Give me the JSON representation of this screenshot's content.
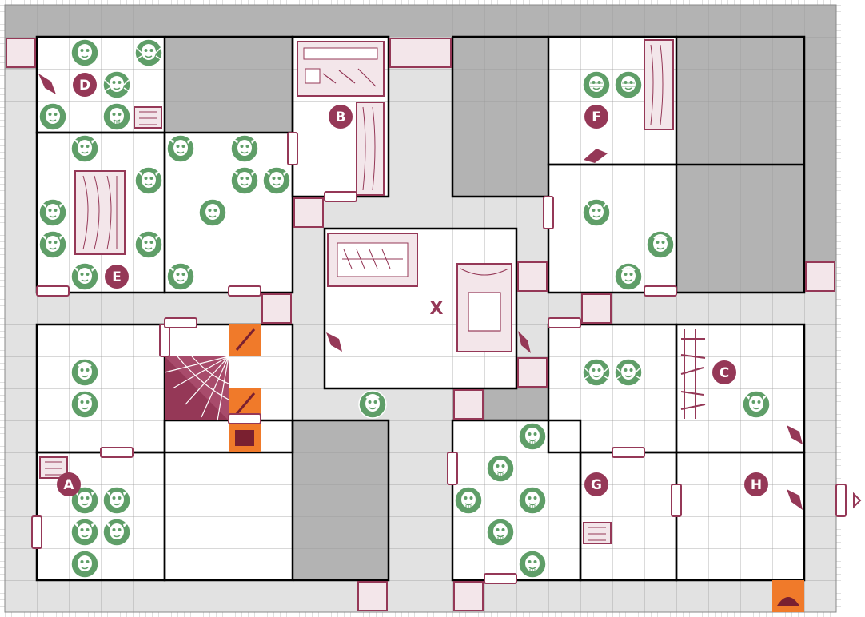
{
  "board": {
    "grid_cols": 26,
    "grid_rows": 19,
    "colors": {
      "corridor": "#e2e2e2",
      "room_floor": "#ffffff",
      "solid_rock": "#b3b3b3",
      "grid_line": "#999999",
      "wall": "#000000",
      "monster_token": "#5f9e68",
      "room_label": "#953857",
      "furniture": "#a03c5e",
      "trap": "#f07a2a"
    },
    "room_labels": [
      {
        "text": "A",
        "col": 1,
        "row": 14
      },
      {
        "text": "B",
        "col": 9.5,
        "row": 2.5
      },
      {
        "text": "C",
        "col": 21.5,
        "row": 10.5
      },
      {
        "text": "D",
        "col": 1.5,
        "row": 1.5
      },
      {
        "text": "E",
        "col": 2.5,
        "row": 7.5
      },
      {
        "text": "F",
        "col": 17.5,
        "row": 2.5
      },
      {
        "text": "G",
        "col": 17.5,
        "row": 14
      },
      {
        "text": "H",
        "col": 22.5,
        "row": 14
      }
    ],
    "start_marker": {
      "text": "X",
      "col": 12.5,
      "row": 8.5
    },
    "monsters": [
      {
        "type": "orc",
        "col": 1.5,
        "row": 0.5
      },
      {
        "type": "giant-spider",
        "col": 3.5,
        "row": 0.5
      },
      {
        "type": "giant-spider",
        "col": 2.5,
        "row": 1.5
      },
      {
        "type": "orc",
        "col": 0.5,
        "row": 2.5
      },
      {
        "type": "skeleton",
        "col": 2.5,
        "row": 2.5
      },
      {
        "type": "goblin",
        "col": 1.5,
        "row": 3.5
      },
      {
        "type": "goblin",
        "col": 3.5,
        "row": 4.5
      },
      {
        "type": "goblin",
        "col": 0.5,
        "row": 5.5
      },
      {
        "type": "goblin",
        "col": 0.5,
        "row": 6.5
      },
      {
        "type": "goblin",
        "col": 3.5,
        "row": 6.5
      },
      {
        "type": "goblin",
        "col": 1.5,
        "row": 7.5
      },
      {
        "type": "goblin",
        "col": 4.5,
        "row": 3.5
      },
      {
        "type": "goblin",
        "col": 6.5,
        "row": 3.5
      },
      {
        "type": "goblin",
        "col": 6.5,
        "row": 4.5
      },
      {
        "type": "goblin",
        "col": 7.5,
        "row": 4.5
      },
      {
        "type": "orc",
        "col": 5.5,
        "row": 5.5
      },
      {
        "type": "goblin",
        "col": 4.5,
        "row": 7.5
      },
      {
        "type": "mummy",
        "col": 17.5,
        "row": 1.5
      },
      {
        "type": "mummy",
        "col": 18.5,
        "row": 1.5
      },
      {
        "type": "chaos-warrior",
        "col": 17.5,
        "row": 5.5
      },
      {
        "type": "fimir",
        "col": 19.5,
        "row": 6.5
      },
      {
        "type": "fimir",
        "col": 18.5,
        "row": 7.5
      },
      {
        "type": "fimir",
        "col": 1.5,
        "row": 10.5
      },
      {
        "type": "fimir",
        "col": 1.5,
        "row": 11.5
      },
      {
        "type": "fimir",
        "col": 10.5,
        "row": 11.5
      },
      {
        "type": "giant-spider",
        "col": 17.5,
        "row": 10.5
      },
      {
        "type": "giant-spider",
        "col": 18.5,
        "row": 10.5
      },
      {
        "type": "goblin",
        "col": 22.5,
        "row": 11.5
      },
      {
        "type": "skeleton",
        "col": 15.5,
        "row": 12.5
      },
      {
        "type": "skeleton",
        "col": 14.5,
        "row": 13.5
      },
      {
        "type": "skeleton",
        "col": 13.5,
        "row": 14.5
      },
      {
        "type": "skeleton",
        "col": 15.5,
        "row": 14.5
      },
      {
        "type": "skeleton",
        "col": 14.5,
        "row": 15.5
      },
      {
        "type": "skeleton",
        "col": 15.5,
        "row": 16.5
      },
      {
        "type": "goblin",
        "col": 1.5,
        "row": 14.5
      },
      {
        "type": "goblin",
        "col": 2.5,
        "row": 14.5
      },
      {
        "type": "goblin",
        "col": 1.5,
        "row": 15.5
      },
      {
        "type": "goblin",
        "col": 2.5,
        "row": 15.5
      },
      {
        "type": "orc",
        "col": 1.5,
        "row": 16.5
      }
    ]
  }
}
